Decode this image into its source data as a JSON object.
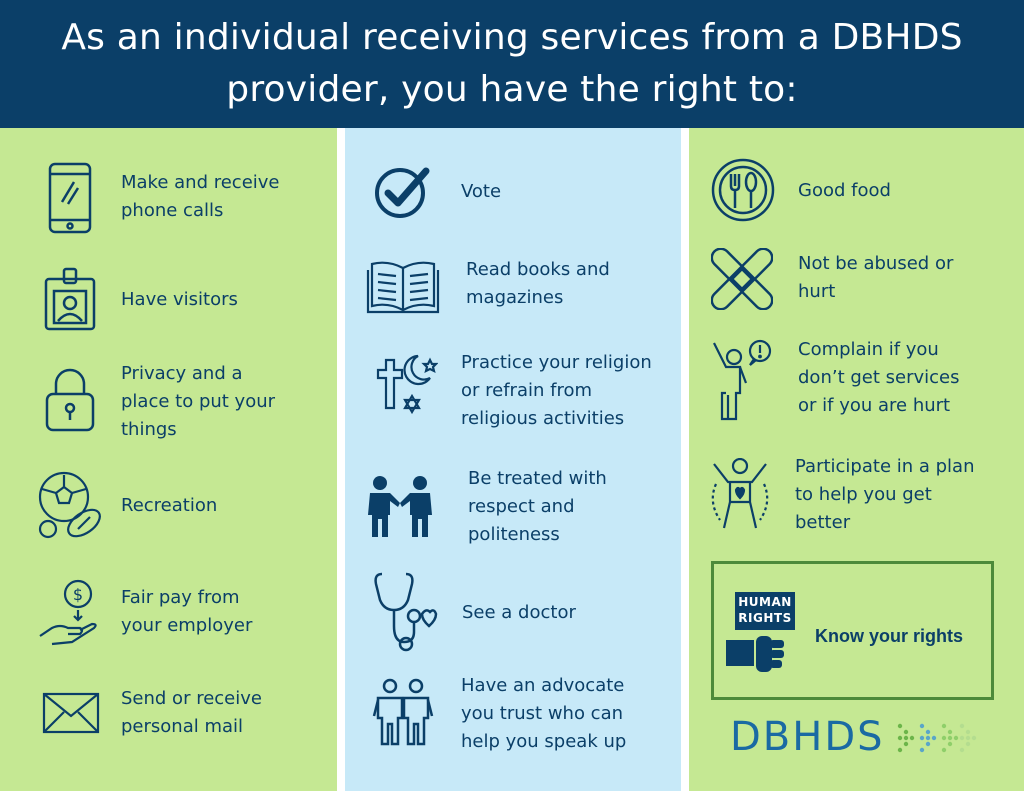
{
  "header": {
    "title": "As an individual receiving services from a DBHDS provider, you have the right to:"
  },
  "columns": {
    "left": [
      {
        "icon": "phone-icon",
        "label": "Make and receive\nphone calls"
      },
      {
        "icon": "visitor-badge-icon",
        "label": "Have visitors"
      },
      {
        "icon": "padlock-icon",
        "label": "Privacy and a\nplace to put your\nthings"
      },
      {
        "icon": "sports-balls-icon",
        "label": "Recreation"
      },
      {
        "icon": "money-hand-icon",
        "label": "Fair pay from\nyour employer"
      },
      {
        "icon": "envelope-icon",
        "label": "Send or receive\npersonal mail"
      }
    ],
    "middle": [
      {
        "icon": "check-circle-icon",
        "label": "Vote"
      },
      {
        "icon": "open-book-icon",
        "label": "Read books and\nmagazines"
      },
      {
        "icon": "religion-symbols-icon",
        "label": "Practice your religion\nor refrain from\nreligious activities"
      },
      {
        "icon": "handshake-people-icon",
        "label": "Be treated with\nrespect and\npoliteness"
      },
      {
        "icon": "stethoscope-icon",
        "label": "See a doctor"
      },
      {
        "icon": "two-people-icon",
        "label": "Have an advocate\nyou trust who can\nhelp you speak up"
      }
    ],
    "right": [
      {
        "icon": "plate-utensils-icon",
        "label": "Good food"
      },
      {
        "icon": "bandage-icon",
        "label": "Not be abused or\nhurt"
      },
      {
        "icon": "person-complain-icon",
        "label": "Complain if you\ndon’t get services\nor if you are hurt"
      },
      {
        "icon": "person-celebrate-icon",
        "label": "Participate in a plan\nto help you get\nbetter"
      }
    ]
  },
  "rights_box": {
    "badge": "HUMAN\nRIGHTS",
    "label": "Know your rights"
  },
  "logo": {
    "text": "DBHDS"
  },
  "colors": {
    "navy": "#0b3f68",
    "green_panel": "#c5e893",
    "blue_panel": "#c7e9f8",
    "box_border": "#4d8a3a"
  }
}
